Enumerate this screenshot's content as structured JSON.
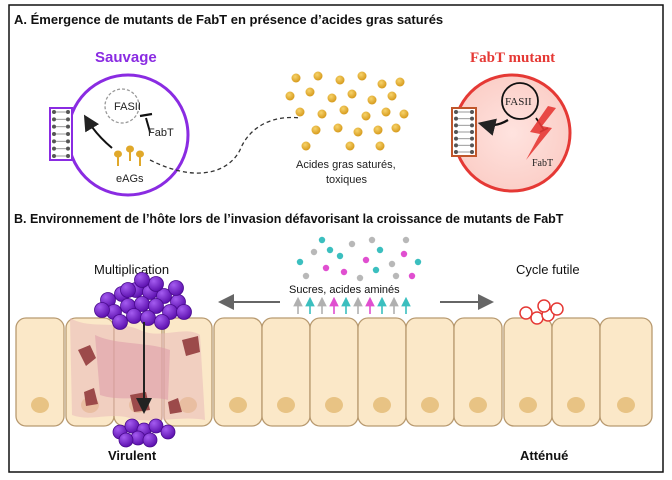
{
  "panel_a": {
    "title": "A. Émergence de mutants de FabT en présence d’acides gras saturés",
    "wildtype": {
      "label": "Sauvage",
      "fasii": "FASII",
      "fabt": "FabT",
      "eags": "eAGs",
      "color": "#8a2be2"
    },
    "mutant": {
      "label": "FabT mutant",
      "fasii": "FASII",
      "fabt": "FabT",
      "color": "#e53935"
    },
    "fatty_acids": {
      "line1": "Acides gras saturés,",
      "line2": "toxiques",
      "dot_color": "#e0a82a"
    }
  },
  "panel_b": {
    "title": "B. Environnement de l’hôte lors de l’invasion défavorisant la croissance de mutants de FabT",
    "left_label": "Multiplication",
    "left_outcome": "Virulent",
    "right_label": "Cycle futile",
    "right_outcome": "Atténué",
    "nutrients": "Sucres, acides aminés",
    "colors": {
      "bacteria": "#7b1fd8",
      "nutrient_teal": "#3bbfbf",
      "nutrient_pink": "#e04fd0",
      "nutrient_grey": "#b8b8b8",
      "cell_fill": "#fbe8c8",
      "cell_stroke": "#b89a70",
      "nucleus": "#e8c384"
    }
  }
}
